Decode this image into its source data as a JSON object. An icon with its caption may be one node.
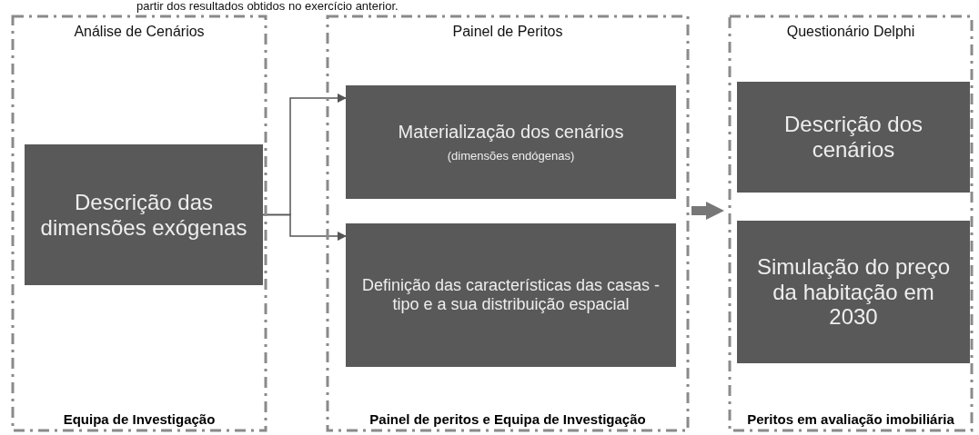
{
  "diagram": {
    "nodes": [
      {
        "text": [
          "Análise de Cenários",
          "Equipa de Investigação"
        ]
      },
      {
        "text": [
          "Descrição das dimensões exógenas"
        ],
        "in": 0
      },
      {
        "text": [
          "Painel de Peritos",
          "Painel de peritos e Equipa de Investigação"
        ]
      },
      {
        "text": [
          "Materialização dos cenários",
          "(dimensões endógenas)"
        ],
        "in": 2
      },
      {
        "text": [
          "Definição das características das casas - tipo e a sua distribuição espacial"
        ],
        "in": 2
      },
      {
        "text": [
          "Questionário Delphi",
          "Peritos em avaliação imobiliária"
        ]
      },
      {
        "text": [
          "Descrição dos cenários"
        ],
        "in": 5
      },
      {
        "text": [
          "Simulação do preço da habitação em 2030"
        ],
        "in": 5
      }
    ],
    "edges": [
      {
        "from": 1,
        "to": 3,
        "arrow": "to"
      },
      {
        "from": 1,
        "to": 4,
        "arrow": "to"
      },
      {
        "from": 2,
        "to": 5,
        "arrow": "to",
        "style": "thick"
      }
    ],
    "labels": [
      "partir dos resultados obtidos no exercício anterior."
    ]
  }
}
